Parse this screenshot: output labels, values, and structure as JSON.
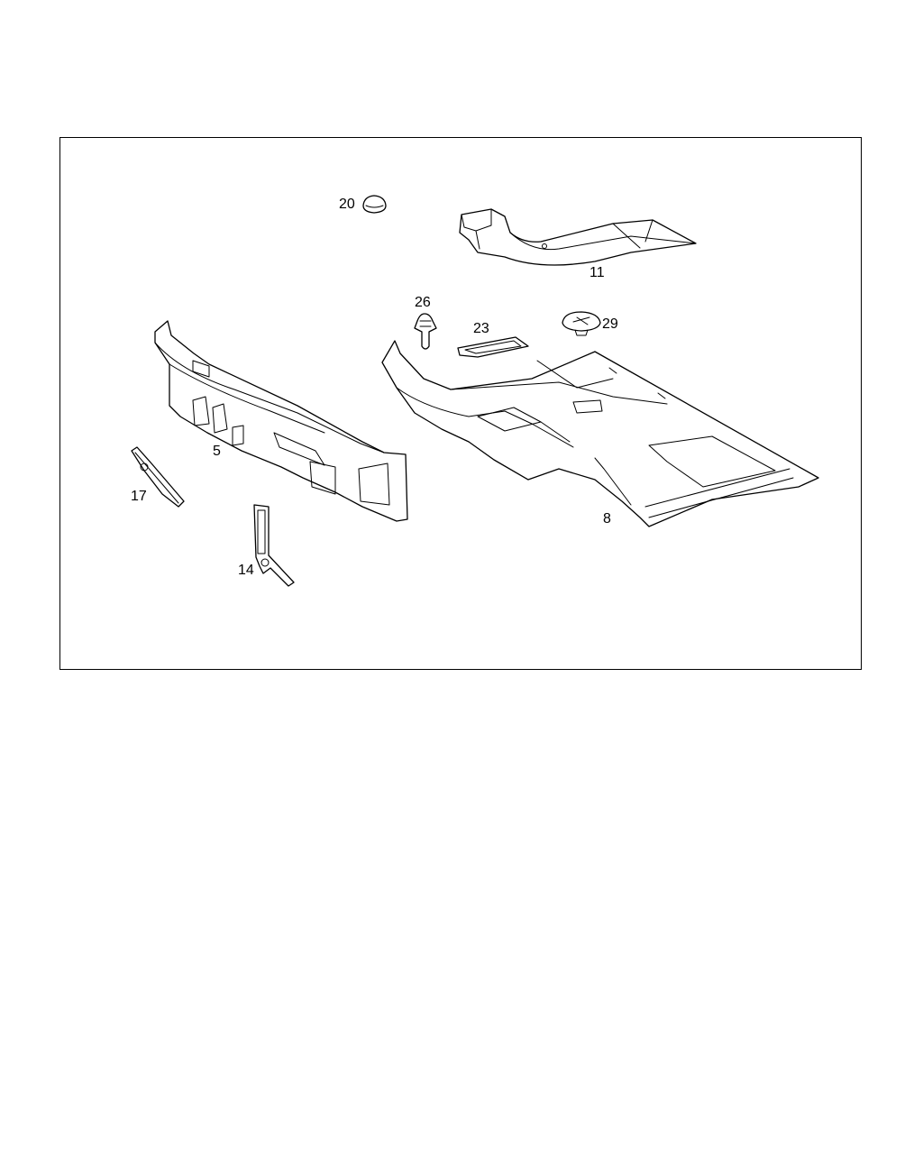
{
  "diagram": {
    "callouts": [
      {
        "id": "part-20",
        "label": "20"
      },
      {
        "id": "part-11",
        "label": "11"
      },
      {
        "id": "part-26",
        "label": "26"
      },
      {
        "id": "part-23",
        "label": "23"
      },
      {
        "id": "part-29",
        "label": "29"
      },
      {
        "id": "part-5",
        "label": "5"
      },
      {
        "id": "part-17",
        "label": "17"
      },
      {
        "id": "part-8",
        "label": "8"
      },
      {
        "id": "part-14",
        "label": "14"
      }
    ]
  }
}
